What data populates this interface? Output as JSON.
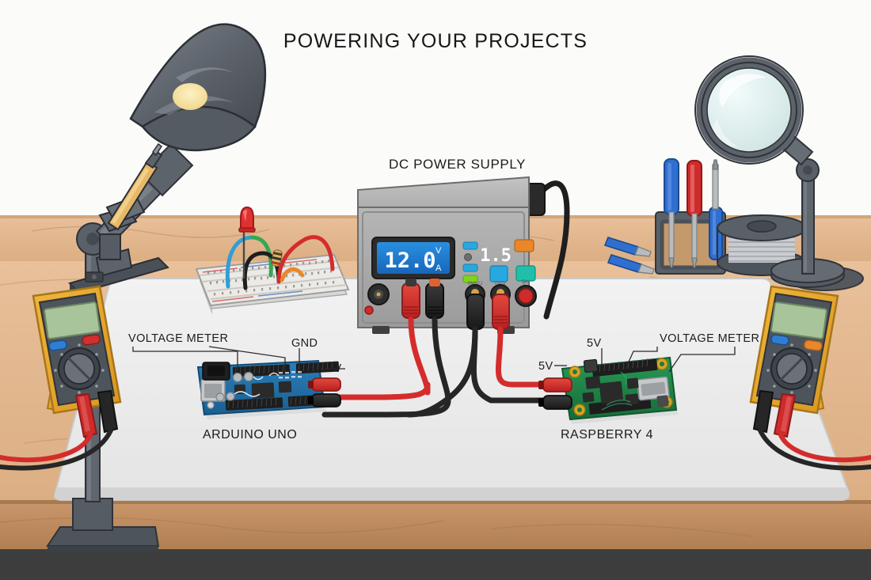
{
  "title": "POWERING YOUR PROJECTS",
  "labels": {
    "power_supply": "DC POWER SUPPLY",
    "voltage_meter_left": "VOLTAGE METER",
    "voltage_meter_right": "VOLTAGE METER",
    "gnd": "GND",
    "five_v_arduino": "5V",
    "five_v_pi_top": "5V",
    "five_v_pi_left": "5V",
    "arduino": "ARDUINO UNO",
    "raspberry": "RASPBERRY 4"
  },
  "power_supply": {
    "main_display_value": "12.0",
    "unit_volts": "V",
    "unit_amps": "A",
    "secondary_display_value": "1.5",
    "port_labels": [
      "6MV/J",
      "0A/V",
      "5V"
    ],
    "display_bg": "#1a73c8",
    "display_text": "#ffffff",
    "body_color": "#a8a8a8",
    "indicator_colors": [
      "#29a8e0",
      "#6e6e6e",
      "#29a8e0",
      "#7ed321"
    ],
    "button_colors": [
      "#e8882a",
      "#29a8e0",
      "#20bfa9"
    ]
  },
  "boards": {
    "arduino": {
      "pcb_color": "#1f6fa8",
      "header_color": "#1d1d1d"
    },
    "raspberry": {
      "pcb_color": "#1d7a46",
      "header_color": "#1d1d1d",
      "hole_color": "#d9a520"
    }
  },
  "multimeters": {
    "left": {
      "case_color": "#e8a72c",
      "screen_color": "#a8c49a",
      "button_a": "#2f7fd0",
      "button_b": "#cf3030"
    },
    "right": {
      "case_color": "#e8a72c",
      "screen_color": "#a8c49a",
      "button_a": "#2f7fd0",
      "button_b": "#e8882a"
    }
  },
  "scene_colors": {
    "wall": "#fbfbf9",
    "desk_top": "#e2b88e",
    "desk_edge": "#c08b5e",
    "floor": "#3d3d3d",
    "mat": "#ededed",
    "wire_red": "#d42c2c",
    "wire_black": "#262626",
    "metal_dark": "#4a4f55",
    "metal_mid": "#6b7076",
    "lamp_glow": "#f6e3a8"
  },
  "objects": {
    "desk_lamp": "desk-lamp",
    "soldering_iron": "soldering-iron-stand",
    "breadboard": "breadboard",
    "led": "red-led",
    "resistor": "resistor",
    "screwdriver_rack": "screwdriver-rack",
    "solder_spool": "solder-wire-spool",
    "magnifier_lamp": "magnifier-lamp"
  }
}
